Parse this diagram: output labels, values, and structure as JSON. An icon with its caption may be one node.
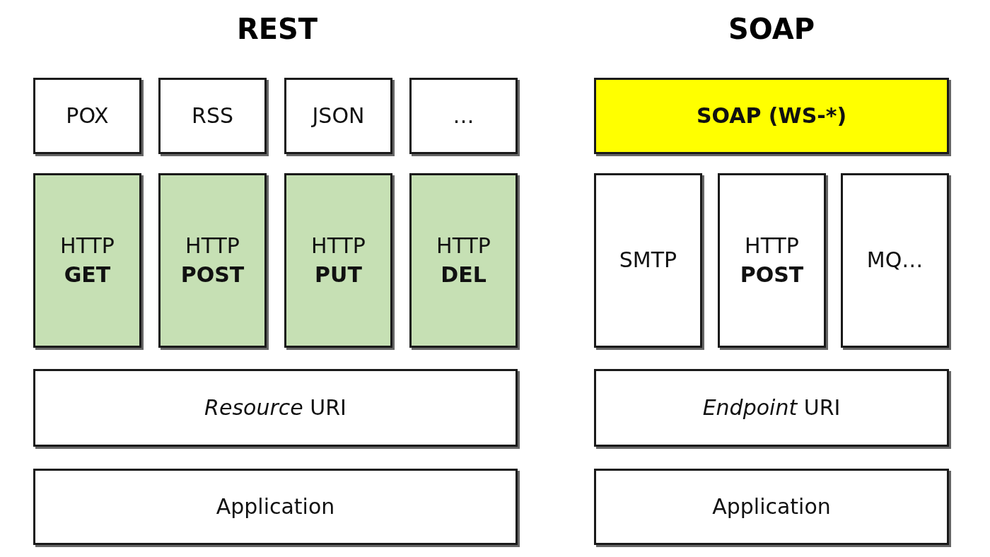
{
  "diagram": {
    "nodes": [
      {
        "text": [
          "POX"
        ]
      },
      {
        "text": [
          "RSS"
        ]
      },
      {
        "text": [
          "JSON"
        ]
      },
      {
        "text": [
          "…"
        ]
      },
      {
        "text": [
          "SOAP (WS-*)"
        ]
      },
      {
        "text": [
          "HTTP **GET**"
        ]
      },
      {
        "text": [
          "HTTP **POST**"
        ]
      },
      {
        "text": [
          "HTTP **PUT**"
        ]
      },
      {
        "text": [
          "HTTP **DEL**"
        ]
      },
      {
        "text": [
          "SMTP"
        ]
      },
      {
        "text": [
          "HTTP **POST**"
        ]
      },
      {
        "text": [
          "MQ…"
        ]
      },
      {
        "text": [
          "*Resource* URI"
        ]
      },
      {
        "text": [
          "*Endpoint* URI"
        ]
      },
      {
        "text": [
          "Application"
        ]
      },
      {
        "text": [
          "Application"
        ]
      }
    ],
    "labels": [
      "REST",
      "SOAP"
    ]
  }
}
